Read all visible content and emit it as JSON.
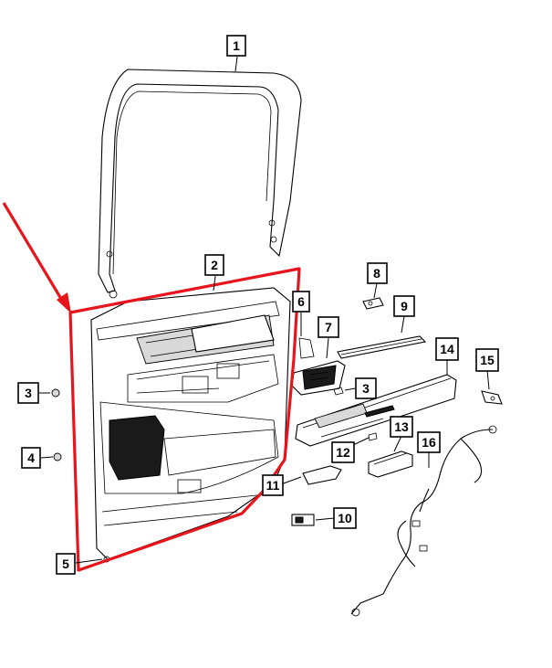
{
  "highlight_color": "#e8141c",
  "callouts": [
    {
      "id": "1",
      "label": "1"
    },
    {
      "id": "2",
      "label": "2"
    },
    {
      "id": "3a",
      "label": "3"
    },
    {
      "id": "3b",
      "label": "3"
    },
    {
      "id": "4",
      "label": "4"
    },
    {
      "id": "5",
      "label": "5"
    },
    {
      "id": "6",
      "label": "6"
    },
    {
      "id": "7",
      "label": "7"
    },
    {
      "id": "8",
      "label": "8"
    },
    {
      "id": "9",
      "label": "9"
    },
    {
      "id": "10",
      "label": "10"
    },
    {
      "id": "11",
      "label": "11"
    },
    {
      "id": "12",
      "label": "12"
    },
    {
      "id": "13",
      "label": "13"
    },
    {
      "id": "14",
      "label": "14"
    },
    {
      "id": "15",
      "label": "15"
    },
    {
      "id": "16",
      "label": "16"
    }
  ]
}
